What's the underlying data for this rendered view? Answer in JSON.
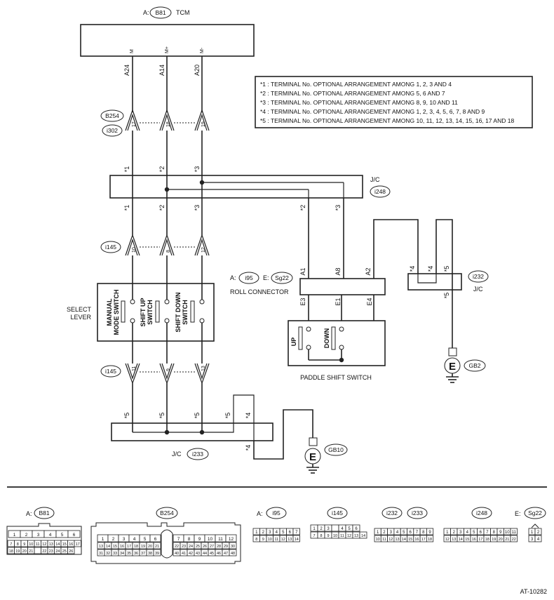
{
  "tcm": {
    "prefix": "A:",
    "connector": "B81",
    "name": "TCM",
    "pins": [
      "M",
      "M+",
      "M-"
    ],
    "terminals": [
      "A24",
      "A14",
      "A20"
    ]
  },
  "notes": [
    "*1   : TERMINAL No. OPTIONAL ARRANGEMENT AMONG 1, 2, 3 AND 4",
    "*2   : TERMINAL No. OPTIONAL ARRANGEMENT AMONG 5, 6 AND 7",
    "*3   : TERMINAL No. OPTIONAL ARRANGEMENT AMONG 8, 9, 10 AND 11",
    "*4   : TERMINAL No. OPTIONAL ARRANGEMENT AMONG 1, 2, 3, 4, 5, 6, 7, 8 AND 9",
    "*5   : TERMINAL No. OPTIONAL ARRANGEMENT AMONG 10, 11, 12, 13, 14, 15, 16, 17 AND 18"
  ],
  "conn1": {
    "labels": [
      "B254",
      "i302"
    ],
    "pins": [
      "17",
      "18",
      "19"
    ]
  },
  "jc248": {
    "title": "J/C",
    "id": "i248",
    "top": [
      "*1",
      "*2",
      "*3"
    ],
    "bottom": [
      "*1",
      "*2",
      "*3",
      "*2",
      "*3"
    ]
  },
  "conn145a": {
    "id": "i145",
    "pins": [
      "10",
      "8",
      "12"
    ]
  },
  "conn145b": {
    "id": "i145",
    "pins": [
      "11",
      "9",
      "13"
    ]
  },
  "select_lever": {
    "line1": "SELECT",
    "line2": "LEVER",
    "switches": [
      [
        "MANUAL",
        "MODE SWITCH"
      ],
      [
        "SHIFT UP",
        "SWITCH"
      ],
      [
        "SHIFT DOWN",
        "SWITCH"
      ]
    ]
  },
  "roll": {
    "a_prefix": "A:",
    "a_id": "i95",
    "e_prefix": "E:",
    "e_id": "Sg22",
    "name": "ROLL CONNECTOR",
    "top": [
      "A1",
      "A8",
      "A2"
    ],
    "bottom": [
      "E3",
      "E1",
      "E4"
    ]
  },
  "paddle": {
    "name": "PADDLE SHIFT SWITCH",
    "up": "UP",
    "down": "DOWN"
  },
  "jc232": {
    "title": "J/C",
    "id": "i232",
    "labels": [
      "*4",
      "*4",
      "*5"
    ],
    "below": "*5"
  },
  "gb2": {
    "e": "E",
    "id": "GB2"
  },
  "jc233": {
    "title": "J/C",
    "id": "i233",
    "top": [
      "*5",
      "*5",
      "*5",
      "*5",
      "*4"
    ],
    "below": "*4"
  },
  "gb10": {
    "e": "E",
    "id": "GB10"
  },
  "connectors": {
    "b81": {
      "prefix": "A:",
      "id": "B81",
      "row1": [
        "1",
        "2",
        "3",
        "4",
        "5",
        "6"
      ],
      "row2": [
        "7",
        "8",
        "9",
        "10",
        "11",
        "12",
        "13",
        "14",
        "15",
        "16",
        "17"
      ],
      "row3": [
        "18",
        "19",
        "20",
        "21",
        "",
        "22",
        "23",
        "24",
        "25",
        "26"
      ]
    },
    "b254": {
      "id": "B254",
      "row1a": [
        "1",
        "2",
        "3",
        "4",
        "5",
        "6"
      ],
      "row1b": [
        "7",
        "8",
        "9",
        "10",
        "11",
        "12"
      ],
      "row2a": [
        "13",
        "14",
        "15",
        "16",
        "17",
        "18",
        "19",
        "20",
        "21"
      ],
      "row2b": [
        "22",
        "23",
        "24",
        "25",
        "26",
        "27",
        "28",
        "29",
        "30"
      ],
      "row3a": [
        "31",
        "32",
        "33",
        "34",
        "35",
        "36",
        "37",
        "38",
        "39"
      ],
      "row3b": [
        "40",
        "41",
        "42",
        "43",
        "44",
        "45",
        "46",
        "47",
        "48"
      ]
    },
    "i95": {
      "prefix": "A:",
      "id": "i95",
      "row1": [
        "1",
        "2",
        "3",
        "4",
        "5",
        "6",
        "7"
      ],
      "row2": [
        "8",
        "9",
        "10",
        "11",
        "12",
        "13",
        "14"
      ]
    },
    "i145": {
      "id": "i145",
      "row1": [
        "1",
        "2",
        "3",
        "",
        "4",
        "5",
        "6"
      ],
      "row2": [
        "7",
        "8",
        "9",
        "10",
        "11",
        "12",
        "13",
        "14"
      ]
    },
    "i232": {
      "ids": [
        "i232",
        "i233"
      ],
      "row1": [
        "1",
        "2",
        "3",
        "4",
        "5",
        "6",
        "7",
        "8",
        "9"
      ],
      "row2": [
        "10",
        "11",
        "12",
        "13",
        "14",
        "15",
        "16",
        "17",
        "18"
      ]
    },
    "i248": {
      "id": "i248",
      "row1": [
        "1",
        "2",
        "3",
        "4",
        "5",
        "6",
        "7",
        "8",
        "9",
        "10",
        "11"
      ],
      "row2": [
        "12",
        "13",
        "14",
        "15",
        "16",
        "17",
        "18",
        "19",
        "20",
        "21",
        "22"
      ]
    },
    "sg22": {
      "prefix": "E:",
      "id": "Sg22",
      "row1": [
        "1",
        "2"
      ],
      "row2": [
        "3",
        "4"
      ]
    }
  },
  "figure_id": "AT-10282"
}
